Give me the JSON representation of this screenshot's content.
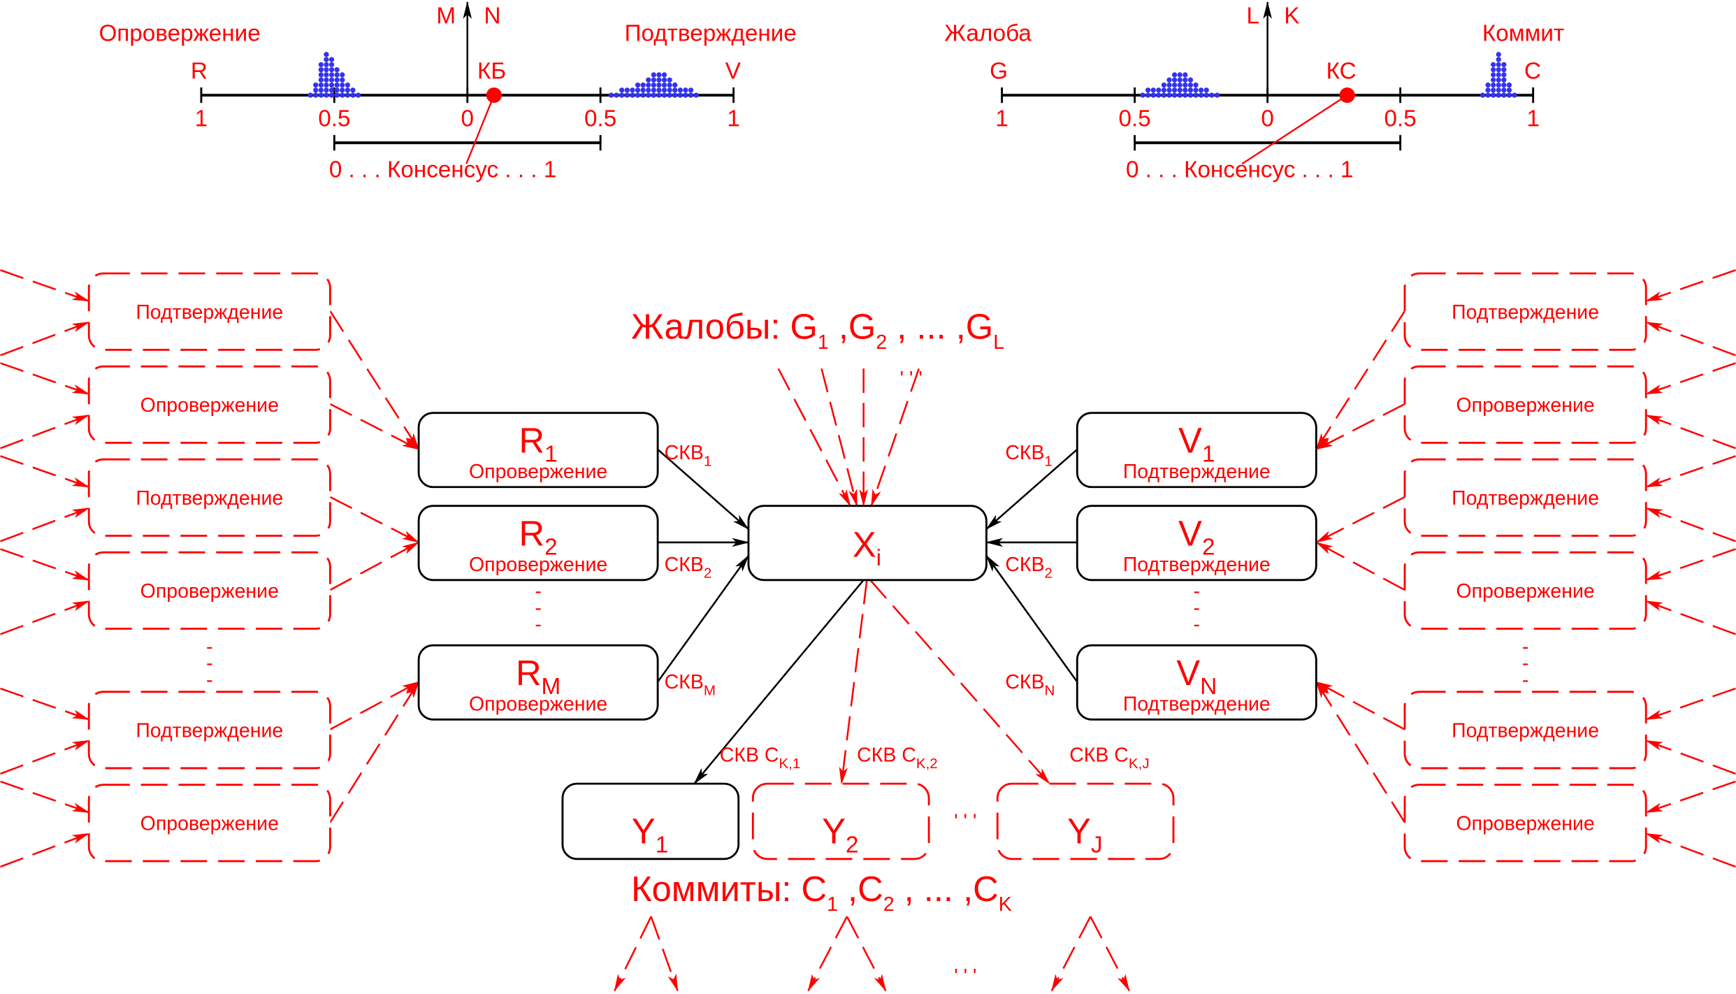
{
  "scales": [
    {
      "id": "verification",
      "left_title": "Опровержение",
      "right_title": "Подтверждение",
      "left_end": "R",
      "right_end": "V",
      "axis_top_left": "M",
      "axis_top_right": "N",
      "marker_label": "КБ",
      "marker_value": 0.1,
      "ticks": [
        "1",
        "0.5",
        "0",
        "0.5",
        "1"
      ],
      "consensus_label": "0 . . . Консенсус . . . 1",
      "left_distribution": {
        "center": -0.5,
        "column_heights": [
          1,
          3,
          7,
          9,
          8,
          6,
          5,
          3,
          2,
          1
        ]
      },
      "right_distribution": {
        "center": 0.7,
        "column_heights": [
          1,
          1,
          2,
          2,
          2,
          3,
          3,
          4,
          5,
          5,
          5,
          4,
          3,
          2,
          2,
          2,
          1
        ]
      }
    },
    {
      "id": "complaint",
      "left_title": "Жалоба",
      "right_title": "Коммит",
      "left_end": "G",
      "right_end": "C",
      "axis_top_left": "L",
      "axis_top_right": "K",
      "marker_label": "КС",
      "marker_value": 0.3,
      "ticks": [
        "1",
        "0.5",
        "0",
        "0.5",
        "1"
      ],
      "consensus_label": "0 . . . Консенсус . . . 1",
      "left_distribution": {
        "center": -0.33,
        "column_heights": [
          1,
          2,
          2,
          2,
          3,
          4,
          5,
          5,
          5,
          4,
          3,
          2,
          2,
          1,
          1
        ]
      },
      "right_distribution": {
        "center": 0.87,
        "column_heights": [
          1,
          3,
          7,
          9,
          7,
          3,
          1
        ]
      }
    }
  ],
  "complaints_title": {
    "main": "Жалобы: G",
    "s1": "1",
    "mid1": " ,G",
    "s2": "2",
    "mid2": " , ... ,G",
    "sL": "L"
  },
  "commits_title": {
    "main": "Коммиты: C",
    "s1": "1",
    "mid1": " ,C",
    "s2": "2",
    "mid2": " , ... ,C",
    "sK": "K"
  },
  "left_sources": [
    "Подтверждение",
    "Опровержение",
    "Подтверждение",
    "Опровержение",
    "Подтверждение",
    "Опровержение"
  ],
  "right_sources": [
    "Подтверждение",
    "Опровержение",
    "Подтверждение",
    "Опровержение",
    "Подтверждение",
    "Опровержение"
  ],
  "refuters": [
    {
      "letter": "R",
      "sub": "1",
      "role": "Опровержение",
      "link": "СКВ",
      "link_sub": "1"
    },
    {
      "letter": "R",
      "sub": "2",
      "role": "Опровержение",
      "link": "СКВ",
      "link_sub": "2"
    },
    {
      "letter": "R",
      "sub": "M",
      "role": "Опровержение",
      "link": "СКВ",
      "link_sub": "M"
    }
  ],
  "verifiers": [
    {
      "letter": "V",
      "sub": "1",
      "role": "Подтверждение",
      "link": "СКВ",
      "link_sub": "1"
    },
    {
      "letter": "V",
      "sub": "2",
      "role": "Подтверждение",
      "link": "СКВ",
      "link_sub": "2"
    },
    {
      "letter": "V",
      "sub": "N",
      "role": "Подтверждение",
      "link": "СКВ",
      "link_sub": "N"
    }
  ],
  "center": {
    "letter": "X",
    "sub": "i"
  },
  "outputs": [
    {
      "letter": "Y",
      "sub": "1",
      "link": "СКВ C",
      "link_sub": "K,1"
    },
    {
      "letter": "Y",
      "sub": "2",
      "link": "СКВ C",
      "link_sub": "K,2"
    },
    {
      "letter": "Y",
      "sub": "J",
      "link": "СКВ C",
      "link_sub": "K,J"
    }
  ],
  "ellipsis_dash": "-",
  "ellipsis_ticks": "' ' '"
}
